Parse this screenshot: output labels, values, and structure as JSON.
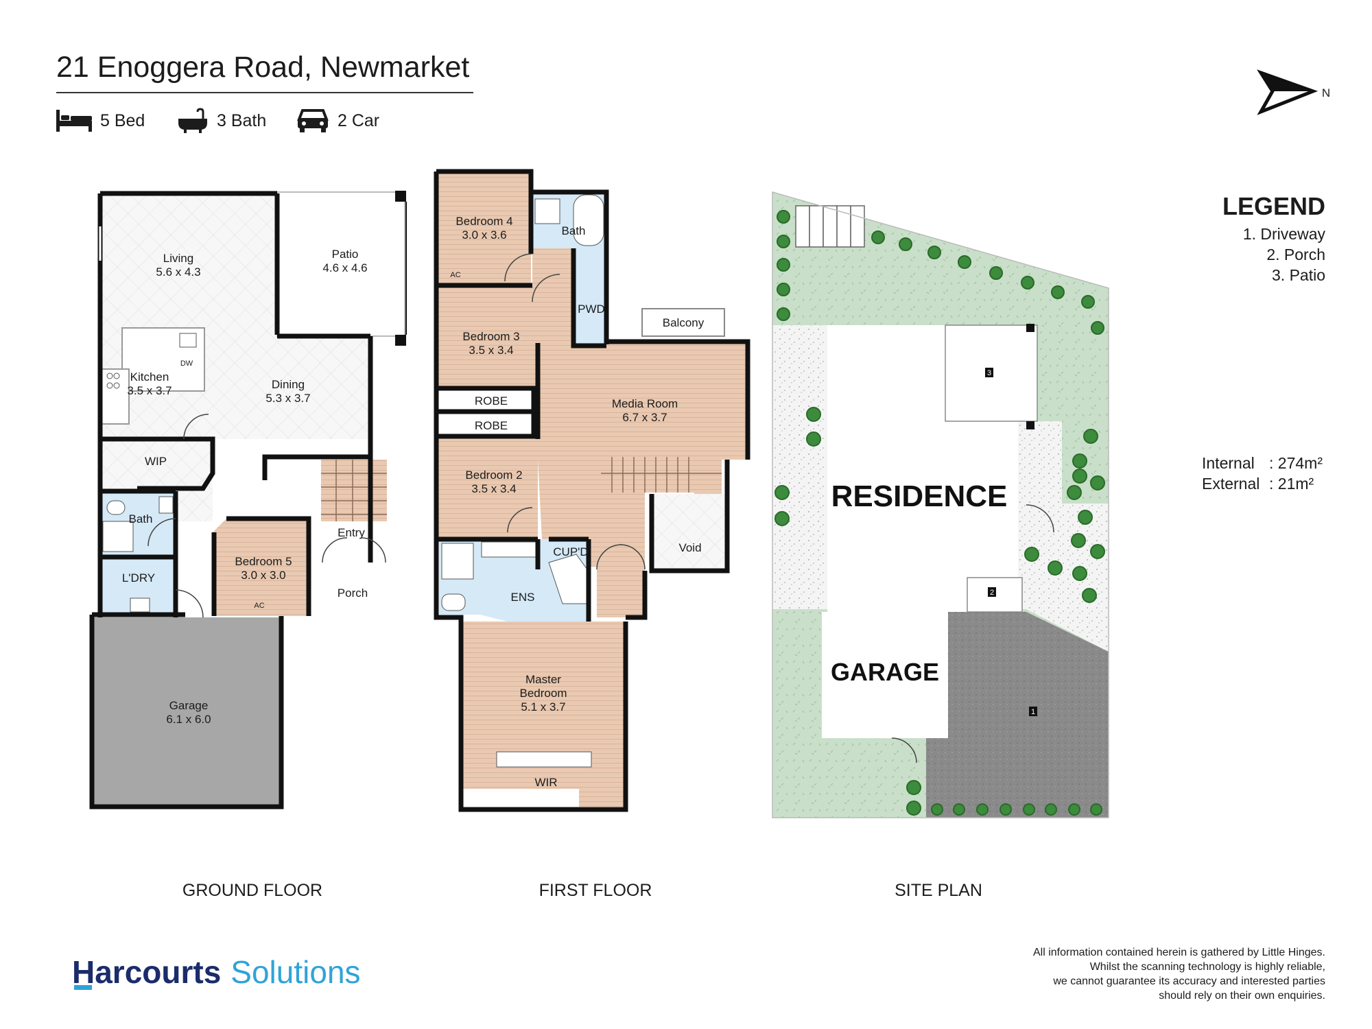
{
  "header": {
    "title": "21 Enoggera Road, Newmarket",
    "features": [
      {
        "icon": "bed-icon",
        "label": "5 Bed"
      },
      {
        "icon": "bath-icon",
        "label": "3 Bath"
      },
      {
        "icon": "car-icon",
        "label": "2 Car"
      }
    ]
  },
  "compass": {
    "label": "N"
  },
  "legend": {
    "title": "LEGEND",
    "items": [
      "1. Driveway",
      "2. Porch",
      "3. Patio"
    ]
  },
  "areas": {
    "internal_label": "Internal",
    "internal_value": ": 274m²",
    "external_label": "External",
    "external_value": ":  21m²"
  },
  "ground_floor": {
    "label": "GROUND FLOOR",
    "living": {
      "name": "Living",
      "size": "5.6 x 4.3"
    },
    "patio": {
      "name": "Patio",
      "size": "4.6 x 4.6"
    },
    "kitchen": {
      "name": "Kitchen",
      "size": "3.5 x 3.7"
    },
    "dining": {
      "name": "Dining",
      "size": "5.3 x 3.7"
    },
    "wip": "WIP",
    "bath": "Bath",
    "laundry": "L'DRY",
    "bedroom5": {
      "name": "Bedroom 5",
      "size": "3.0 x 3.0"
    },
    "entry": "Entry",
    "porch": "Porch",
    "garage": {
      "name": "Garage",
      "size": "6.1 x 6.0"
    },
    "ac": "AC",
    "dw": "DW"
  },
  "first_floor": {
    "label": "FIRST FLOOR",
    "bedroom4": {
      "name": "Bedroom 4",
      "size": "3.0 x 3.6"
    },
    "bath": "Bath",
    "pwd": "PWD",
    "balcony": "Balcony",
    "bedroom3": {
      "name": "Bedroom 3",
      "size": "3.5 x 3.4"
    },
    "robe1": "ROBE",
    "robe2": "ROBE",
    "media": {
      "name": "Media Room",
      "size": "6.7 x 3.7"
    },
    "bedroom2": {
      "name": "Bedroom 2",
      "size": "3.5 x 3.4"
    },
    "void": "Void",
    "cupd": "CUP'D",
    "ens": "ENS",
    "master": {
      "line1": "Master",
      "line2": "Bedroom",
      "size": "5.1 x 3.7"
    },
    "wir": "WIR",
    "ac": "AC"
  },
  "site_plan": {
    "label": "SITE PLAN",
    "residence": "RESIDENCE",
    "garage": "GARAGE",
    "markers": [
      "1",
      "2",
      "3"
    ]
  },
  "branding": {
    "name_a": "Harcourts",
    "name_b": "Solutions"
  },
  "disclaimer": [
    "All information contained herein is gathered by Little Hinges.",
    "Whilst the scanning technology is highly reliable,",
    "we cannot guarantee its accuracy and interested parties",
    "should rely on their own enquiries."
  ],
  "colors": {
    "wood": "#e9c9b1",
    "tile": "#f3f3f3",
    "wet": "#d5e9f7",
    "garage": "#a7a7a7",
    "lawn": "#c9dfc9",
    "driveway": "#8a8a8a",
    "brand_dark": "#1b2c6b",
    "brand_light": "#2fa3d9"
  }
}
